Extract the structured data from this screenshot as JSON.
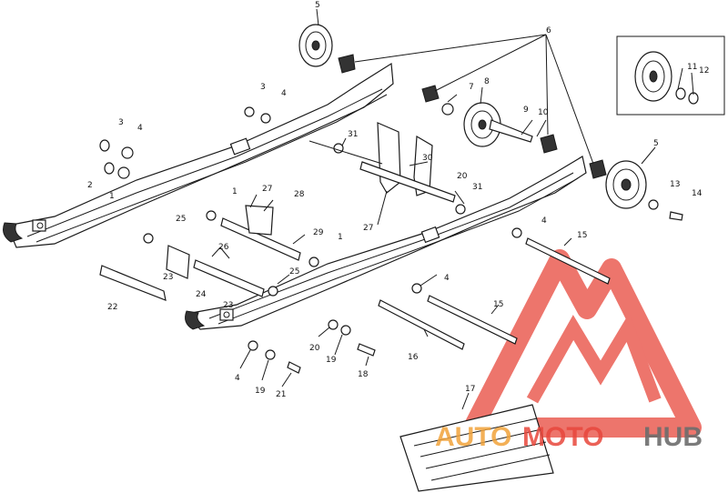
{
  "labels": {
    "n1": "1",
    "n2": "2",
    "n3": "3",
    "n4": "4",
    "n5": "5",
    "n6": "6",
    "n7": "7",
    "n8": "8",
    "n9": "9",
    "n10": "10",
    "n11": "11",
    "n12": "12",
    "n13": "13",
    "n14": "14",
    "n15": "15",
    "n16": "16",
    "n17": "17",
    "n18": "18",
    "n19": "19",
    "n20": "20",
    "n21": "21",
    "n22": "22",
    "n23": "23",
    "n24": "24",
    "n25": "25",
    "n26": "26",
    "n27": "27",
    "n28": "28",
    "n29": "29",
    "n30": "30",
    "n31": "31"
  },
  "watermark": {
    "part1": "AUTO",
    "part2": "MOTO",
    "part3": "HUB",
    "color_red": "#e8473c",
    "color_orange": "#f2a33a",
    "color_gray": "#6d6d6d"
  }
}
